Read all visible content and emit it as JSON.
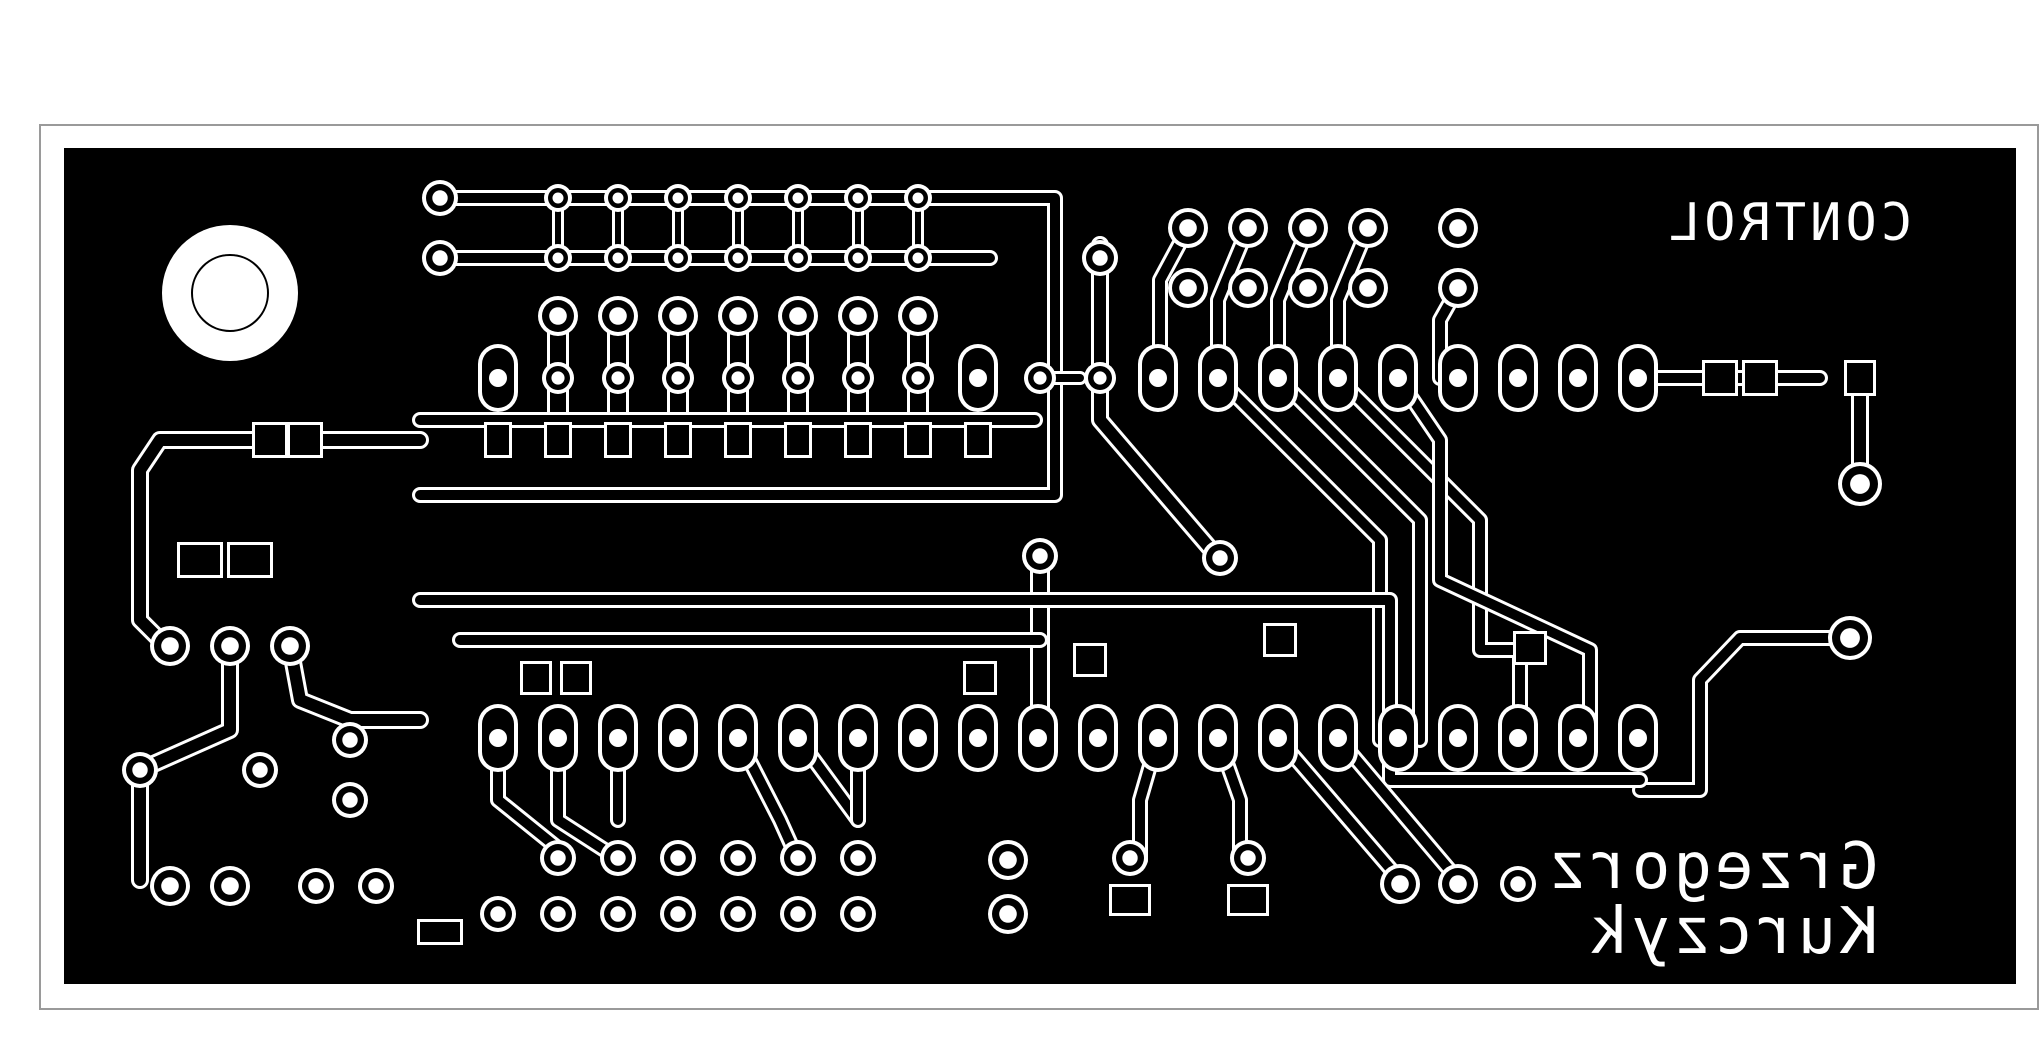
{
  "document": {
    "type": "pcb-copper-layer",
    "mirrored": true
  },
  "board": {
    "title": "CONTROL",
    "author_first": "Grzegorz",
    "author_last": "Kurczyk"
  },
  "colors": {
    "copper": "#000000",
    "substrate": "#ffffff",
    "outline": "#9a9a9a"
  }
}
